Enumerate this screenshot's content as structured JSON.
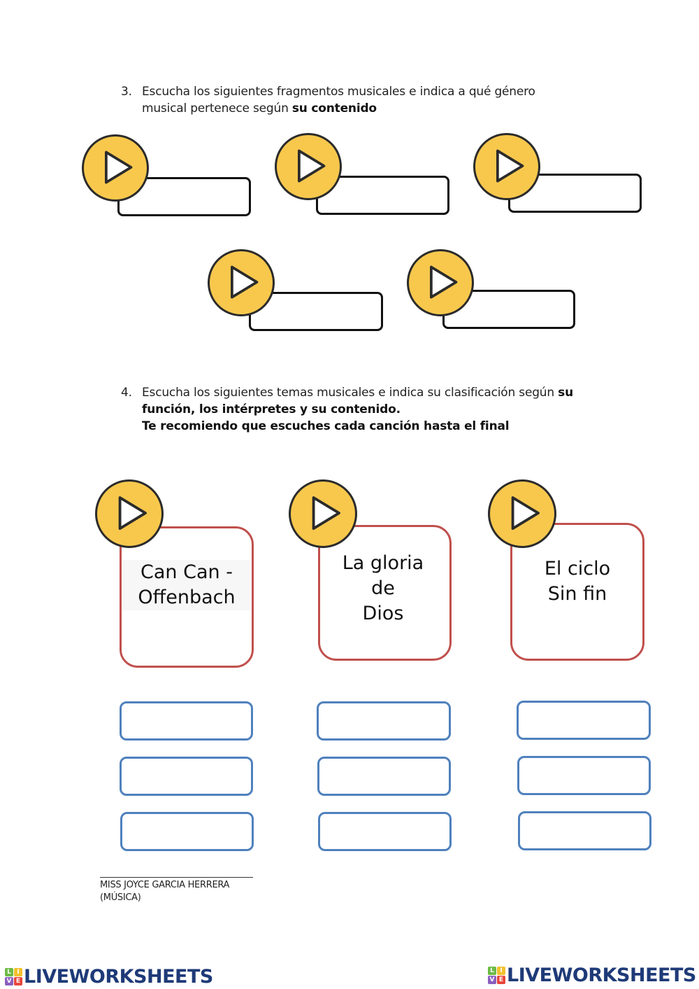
{
  "colors": {
    "play_fill": "#f8c84d",
    "play_stroke": "#2b2b2b",
    "answer_box_border": "#111111",
    "song_box_border": "#c0504d",
    "classification_box_border": "#4f81bd",
    "logo_text": "#1e3a78"
  },
  "exercise3": {
    "number": "3.",
    "text_line1": "Escucha los siguientes fragmentos musicales e indica a qué género",
    "text_line2_normal": "musical pertenece según ",
    "text_line2_bold": "su contenido",
    "items": [
      {
        "icon": "play-icon",
        "answer": ""
      },
      {
        "icon": "play-icon",
        "answer": ""
      },
      {
        "icon": "play-icon",
        "answer": ""
      },
      {
        "icon": "play-icon",
        "answer": ""
      },
      {
        "icon": "play-icon",
        "answer": ""
      }
    ]
  },
  "exercise4": {
    "number": "4.",
    "text_line1_normal": "Escucha los siguientes temas musicales e indica su clasificación según ",
    "text_line1_bold": "su",
    "text_line2_bold": "función, los intérpretes y su contenido.",
    "text_line3_bold": "Te recomiendo que escuches cada canción hasta el final",
    "songs": [
      {
        "title": "Can Can -\nOffenbach",
        "icon": "play-icon",
        "answers": [
          "",
          "",
          ""
        ]
      },
      {
        "title": "La gloria\nde\nDios",
        "icon": "play-icon",
        "answers": [
          "",
          "",
          ""
        ]
      },
      {
        "title": "El ciclo\nSin fin",
        "icon": "play-icon",
        "answers": [
          "",
          "",
          ""
        ]
      }
    ]
  },
  "signature": {
    "line1": "MISS JOYCE GARCIA HERRERA",
    "line2": "(MÚSICA)"
  },
  "branding": {
    "logo_text": "LIVEWORKSHEETS",
    "logo_cubes": [
      {
        "letter": "L",
        "color": "#6dbb45"
      },
      {
        "letter": "I",
        "color": "#f2c12e"
      },
      {
        "letter": "V",
        "color": "#8b5fbf"
      },
      {
        "letter": "E",
        "color": "#e8463c"
      }
    ]
  }
}
